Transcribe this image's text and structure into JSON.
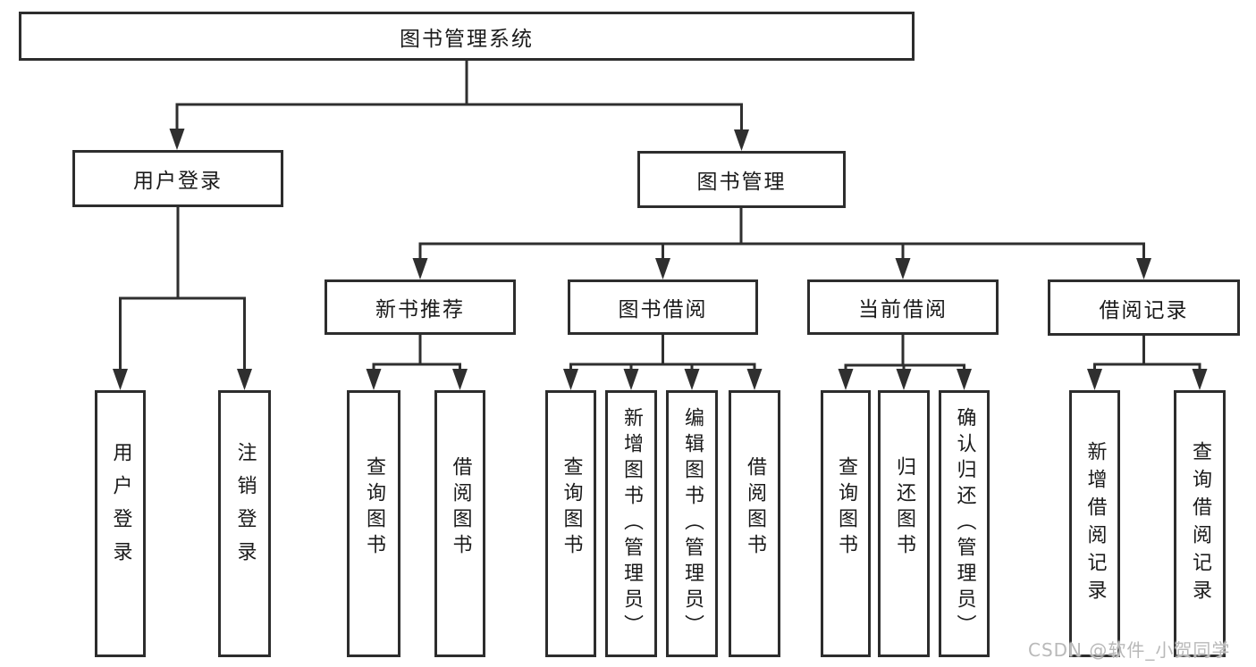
{
  "diagram": {
    "root": {
      "label": "图书管理系统"
    },
    "level2": [
      {
        "label": "用户登录"
      },
      {
        "label": "图书管理"
      }
    ],
    "level3": [
      {
        "label": "新书推荐"
      },
      {
        "label": "图书借阅"
      },
      {
        "label": "当前借阅"
      },
      {
        "label": "借阅记录"
      }
    ],
    "leaves": {
      "user_login": [
        {
          "label": "用户登录"
        },
        {
          "label": "注销登录"
        }
      ],
      "new_book": [
        {
          "label": "查询图书"
        },
        {
          "label": "借阅图书"
        }
      ],
      "book_borrow": [
        {
          "label": "查询图书"
        },
        {
          "label": "新增图书（管理员）"
        },
        {
          "label": "编辑图书（管理员）"
        },
        {
          "label": "借阅图书"
        }
      ],
      "current_borrow": [
        {
          "label": "查询图书"
        },
        {
          "label": "归还图书"
        },
        {
          "label": "确认归还（管理员）"
        }
      ],
      "borrow_records": [
        {
          "label": "新增借阅记录"
        },
        {
          "label": "查询借阅记录"
        }
      ]
    },
    "colors": {
      "line": "#2f2f2f",
      "border": "#2d2d2d",
      "text": "#1a1a1a",
      "background": "#ffffff"
    }
  },
  "watermark": {
    "text": "CSDN @软件_小贺同学",
    "color": "#b9b9b9"
  }
}
